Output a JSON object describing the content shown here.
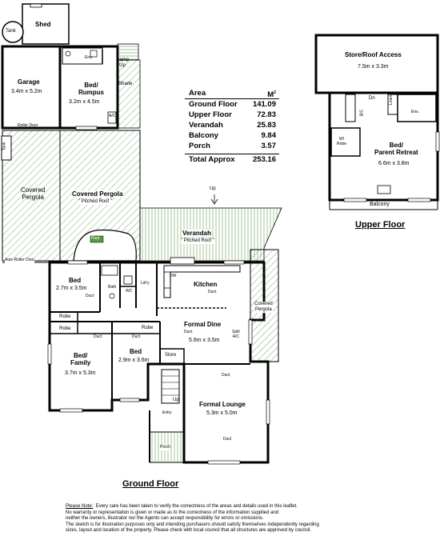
{
  "rooms": {
    "shed": "Shed",
    "tank_top": "Tank",
    "garage": "Garage",
    "garage_size": "3.4m x 5.2m",
    "ens_ground": "Ens.",
    "ramp_up": "Ramp\nUp",
    "bed_rumpus": "Bed/\nRumpus",
    "bed_rumpus_size": "3.2m x 4.5m",
    "shade": "Shade",
    "ac": "A/C",
    "roller_door": "Roller Door",
    "tank_side": "Tank",
    "covered_pergola_left": "Covered\nPergola",
    "covered_pergola_mid": "Covered Pergola",
    "pitched_roof_pergola": "\" Pitched Roof \"",
    "pool": "Pool",
    "auto_roller_door": "Auto Roller Door",
    "verandah": "Verandah",
    "pitched_roof_verandah": "\" Pitched Roof \"",
    "up_verandah": "Up",
    "bed1": "Bed",
    "bed1_size": "2.7m x 3.5m",
    "duct": "Duct",
    "bath": "Bath",
    "wc": "WC",
    "ldry": "Ldr'y",
    "dw": "DW",
    "kitchen": "Kitchen",
    "covered_pergola_right": "Covered\nPergola",
    "robe": "Robe",
    "formal_dine": "Formal Dine",
    "formal_dine_size": "5.6m x 3.5m",
    "split_ac": "Split\nA/C",
    "bed_family": "Bed/\nFamily",
    "bed_family_size": "3.7m x 5.3m",
    "bed2": "Bed",
    "bed2_size": "2.9m x 3.6m",
    "store": "Store",
    "up_stairs": "Up",
    "entry": "Entry",
    "formal_lounge": "Formal Lounge",
    "formal_lounge_size": "5.3m x 5.0m",
    "porch": "Porch"
  },
  "upper": {
    "store_roof": "Store/Roof Access",
    "store_roof_size": "7.5m x 3.3m",
    "dn": "Dn",
    "linen": "Linen",
    "bc": "B/C",
    "ens": "Ens.",
    "wi_robe": "WI\nRobe",
    "bed_parent": "Bed/\nParent Retreat",
    "bed_parent_size": "6.6m x 3.8m",
    "balcony": "Balcony"
  },
  "area_table": {
    "header_label": "Area",
    "header_unit": "M",
    "header_sup": "2",
    "rows": [
      {
        "label": "Ground Floor",
        "value": "141.09"
      },
      {
        "label": "Upper Floor",
        "value": "72.83"
      },
      {
        "label": "Verandah",
        "value": "25.83"
      },
      {
        "label": "Balcony",
        "value": "9.84"
      },
      {
        "label": "Porch",
        "value": "3.57"
      }
    ],
    "total_label": "Total Approx",
    "total_value": "253.16"
  },
  "titles": {
    "ground": "Ground Floor",
    "upper": "Upper Floor"
  },
  "note": {
    "heading": "Please Note:",
    "line1": "Every care has been taken to verify the correctness of the areas and details used in this leaflet.",
    "line2": "No warranty or representation is given or made as to the correctness of the information supplied and",
    "line3": "neither the owners, illustrator nor the Agents can accept responsibility for errors or omissions.",
    "line4": "The sketch is for illustration purposes only and intending purchasers should satisfy themselves independently regarding",
    "line5": "sizes, layout and location of the property. Please check with local council that all structures are approved by council."
  }
}
